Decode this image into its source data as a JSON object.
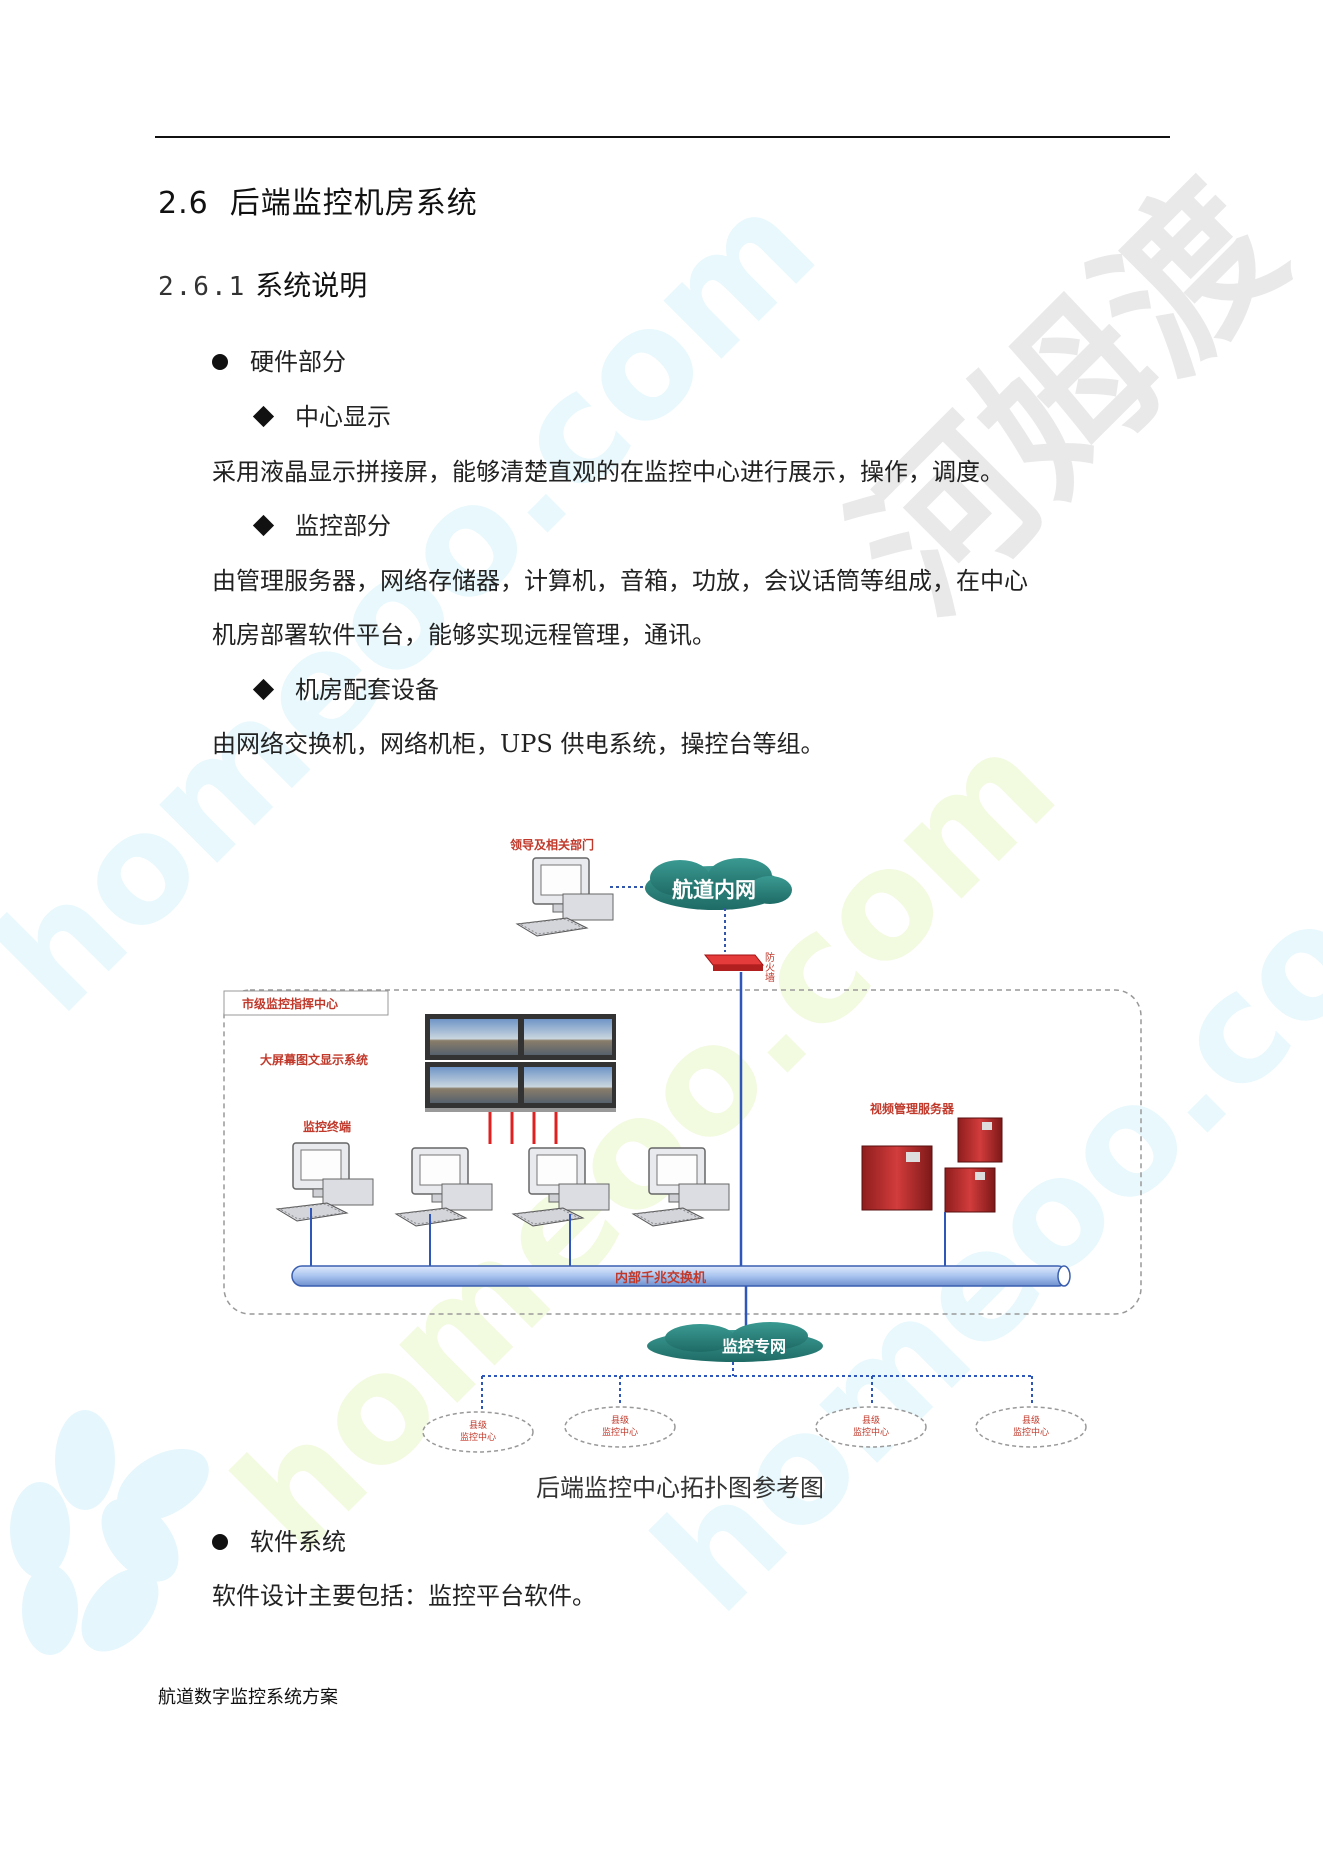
{
  "section": {
    "number": "2.6",
    "title": "后端监控机房系统"
  },
  "subsection": {
    "number": "2.6.1",
    "title": "系统说明"
  },
  "hardware": {
    "bullet": "硬件部分",
    "center_display": {
      "title": "中心显示",
      "text": "采用液晶显示拼接屏，能够清楚直观的在监控中心进行展示，操作，调度。"
    },
    "monitoring": {
      "title": "监控部分",
      "text_line1": "由管理服务器，网络存储器，计算机，音箱，功放，会议话筒等组成，在中心",
      "text_line2": "机房部署软件平台，能够实现远程管理，通讯。"
    },
    "room_equipment": {
      "title": "机房配套设备",
      "text": "由网络交换机，网络机柜，UPS 供电系统，操控台等组。"
    }
  },
  "diagram": {
    "leaders_label": "领导及相关部门",
    "intranet_label": "航道内网",
    "firewall_label": "防火墙",
    "city_center_label": "市级监控指挥中心",
    "screen_system_label": "大屏幕图文显示系统",
    "terminal_label": "监控终端",
    "video_server_label": "视频管理服务器",
    "switch_label": "内部千兆交换机",
    "private_net_label": "监控专网",
    "county_centers": [
      {
        "line1": "县级",
        "line2": "监控中心"
      },
      {
        "line1": "县级",
        "line2": "监控中心"
      },
      {
        "line1": "县级",
        "line2": "监控中心"
      },
      {
        "line1": "县级",
        "line2": "监控中心"
      }
    ],
    "caption": "后端监控中心拓扑图参考图"
  },
  "software": {
    "bullet": "软件系统",
    "text": "软件设计主要包括：监控平台软件。"
  },
  "footer": "航道数字监控系统方案",
  "watermark": {
    "site": "homeoo.com",
    "brand": "河姆渡"
  }
}
